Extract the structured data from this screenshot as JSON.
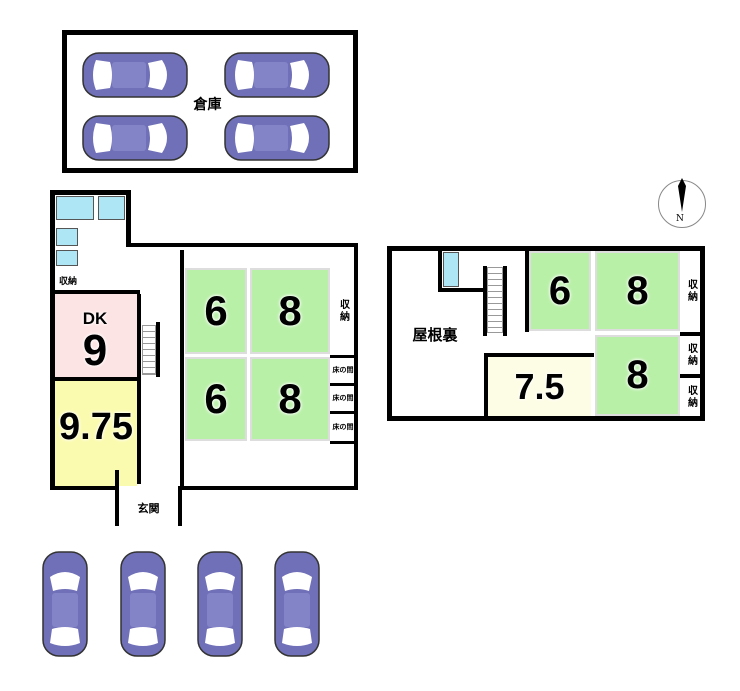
{
  "garage": {
    "label": "倉庫"
  },
  "floor1": {
    "storage_small": "収納",
    "dk_label": "DK",
    "dk_size": "9",
    "western_size": "9.75",
    "tatami": [
      "6",
      "8",
      "6",
      "8"
    ],
    "storage": "収納",
    "tokonoma": [
      "床の間",
      "床の間",
      "床の間"
    ],
    "entrance": "玄関"
  },
  "floor2": {
    "attic": "屋根裏",
    "tatami": [
      "6",
      "8",
      "8"
    ],
    "western_size": "7.5",
    "storage": [
      "収納",
      "収納",
      "収納"
    ]
  },
  "compass": {
    "north": "N"
  },
  "colors": {
    "tatami": "#b9f0a8",
    "dk": "#fde4e4",
    "western": "#fbfbb0",
    "western2": "#fdfde6",
    "car": "#7070b8",
    "wet": "#aee6f5"
  }
}
